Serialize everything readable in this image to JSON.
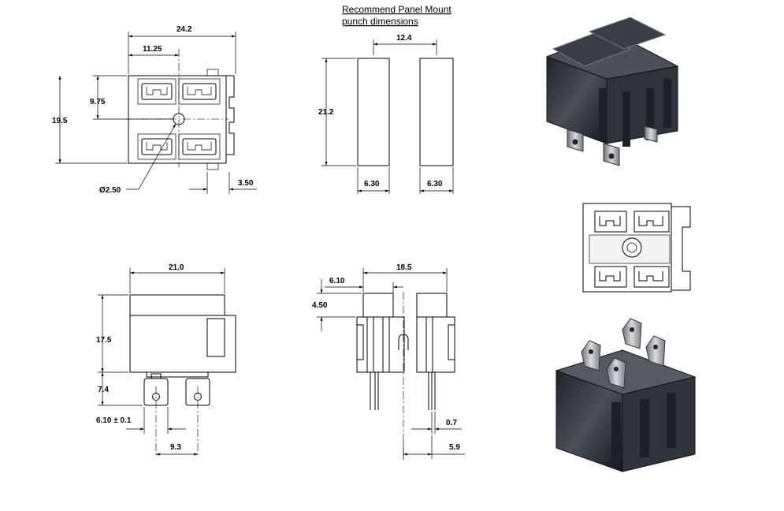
{
  "title": {
    "line1": "Recommend Panel Mount",
    "line2": "punch dimensions"
  },
  "front_view": {
    "width": "24.2",
    "offset": "11.25",
    "half_height": "9.75",
    "height": "19.5",
    "hole": "Ø2.50",
    "tab": "3.50"
  },
  "punch_view": {
    "spacing": "12.4",
    "height": "21.2",
    "width_left": "6.30",
    "width_right": "6.30"
  },
  "side_view": {
    "width": "21.0",
    "height": "17.5",
    "terminal": "7.4",
    "tab_width": "6.10 ± 0.1",
    "pitch": "9.3"
  },
  "end_view": {
    "width": "18.5",
    "slot": "6.10",
    "step": "4.50",
    "pin": "0.7",
    "offset": "5.9"
  },
  "colors": {
    "line": "#000000",
    "render_dark": "#2b2f36",
    "render_mid": "#5a5f68",
    "render_light": "#c9ccd2"
  }
}
